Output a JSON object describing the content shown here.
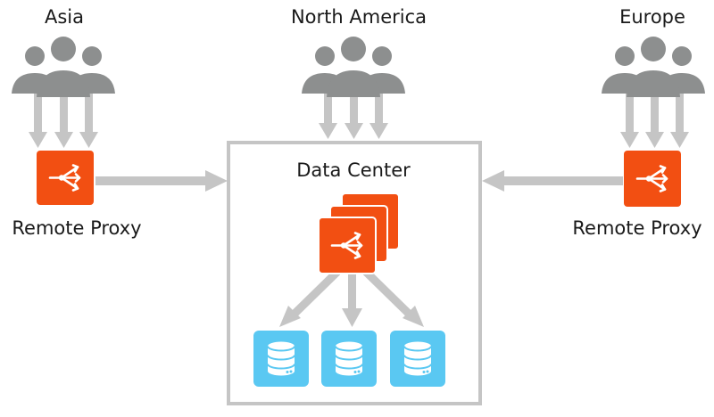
{
  "regions": [
    {
      "label": "Asia",
      "icon": "user-group-icon"
    },
    {
      "label": "North America",
      "icon": "user-group-icon"
    },
    {
      "label": "Europe",
      "icon": "user-group-icon"
    }
  ],
  "remote_proxies": [
    {
      "label": "Remote Proxy",
      "region": "Asia",
      "icon": "load-balancer-icon"
    },
    {
      "label": "Remote Proxy",
      "region": "Europe",
      "icon": "load-balancer-icon"
    }
  ],
  "data_center": {
    "label": "Data Center",
    "proxy_stack_icon": "load-balancer-icon",
    "databases": [
      {
        "icon": "database-icon"
      },
      {
        "icon": "database-icon"
      },
      {
        "icon": "database-icon"
      }
    ]
  },
  "colors": {
    "people": "#8d8f8f",
    "arrow": "#c5c5c5",
    "proxy": "#f24f12",
    "database": "#5ac8f2",
    "border": "#c5c5c5"
  }
}
